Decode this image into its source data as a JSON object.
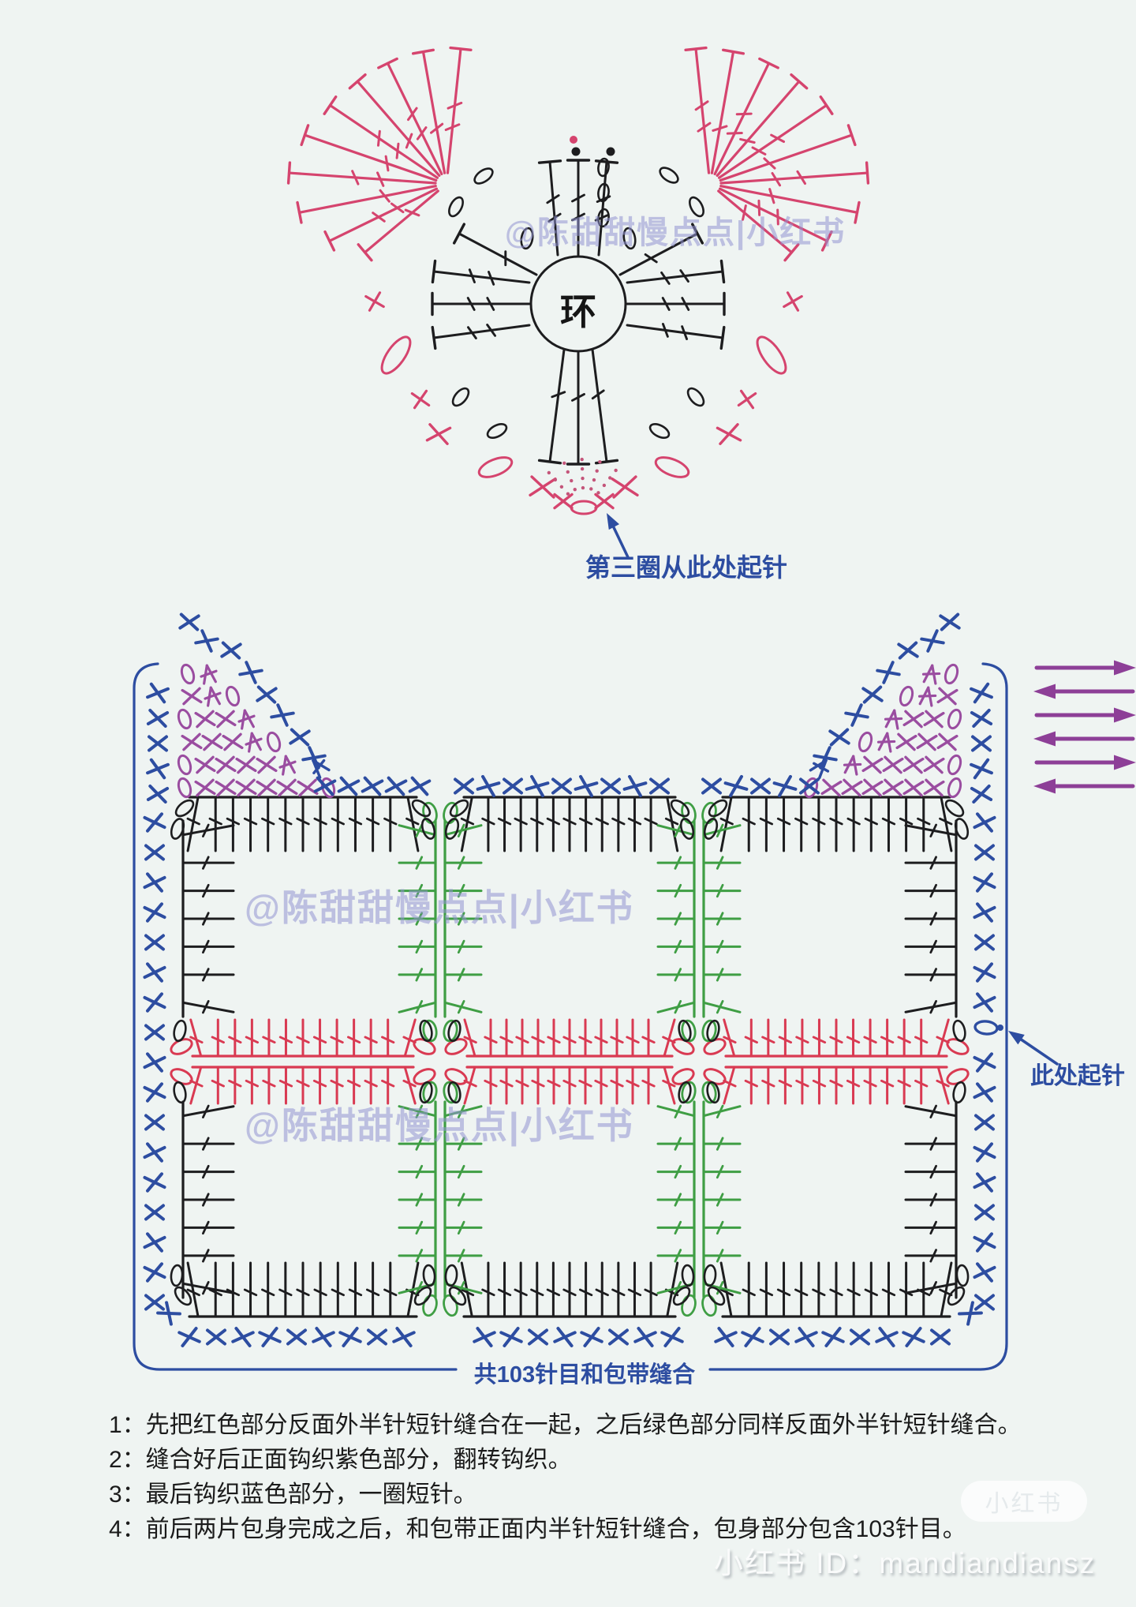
{
  "page": {
    "bg": "#eff4f2"
  },
  "palette": {
    "bg": "#eff4f2",
    "pink": "#d5446e",
    "black": "#1d1d1f",
    "blue": "#2d4da1",
    "purple": "#9a4da0",
    "green": "#3f9e44",
    "red": "#d93a52",
    "arrow_purple": "#8d3f97",
    "watermark_purple": "#9294d2"
  },
  "heart": {
    "ring_label": "环",
    "annotation": "第三圈从此处起针"
  },
  "grid": {
    "rows": 2,
    "cols": 3,
    "direction_arrows": 6,
    "start_annotation": "此处起针",
    "bottom_label": "共103针目和包带缝合",
    "strap_rows_bottom_up": [
      "0XXXXXX0",
      "0XXXXA",
      "XXXA0",
      "0XXA",
      "XA0",
      "0A"
    ]
  },
  "instructions": [
    "1：先把红色部分反面外半针短针缝合在一起，之后绿色部分同样反面外半针短针缝合。",
    "2：缝合好后正面钩织紫色部分，翻转钩织。",
    "3：最后钩织蓝色部分，一圈短针。",
    "4：前后两片包身完成之后，和包带正面内半针短针缝合，包身部分包含103针目。"
  ],
  "watermarks": {
    "brand": "@陈甜甜慢点点|小红书",
    "id_line": "小红书 ID：mandiandiansz",
    "badge": "小红书"
  }
}
